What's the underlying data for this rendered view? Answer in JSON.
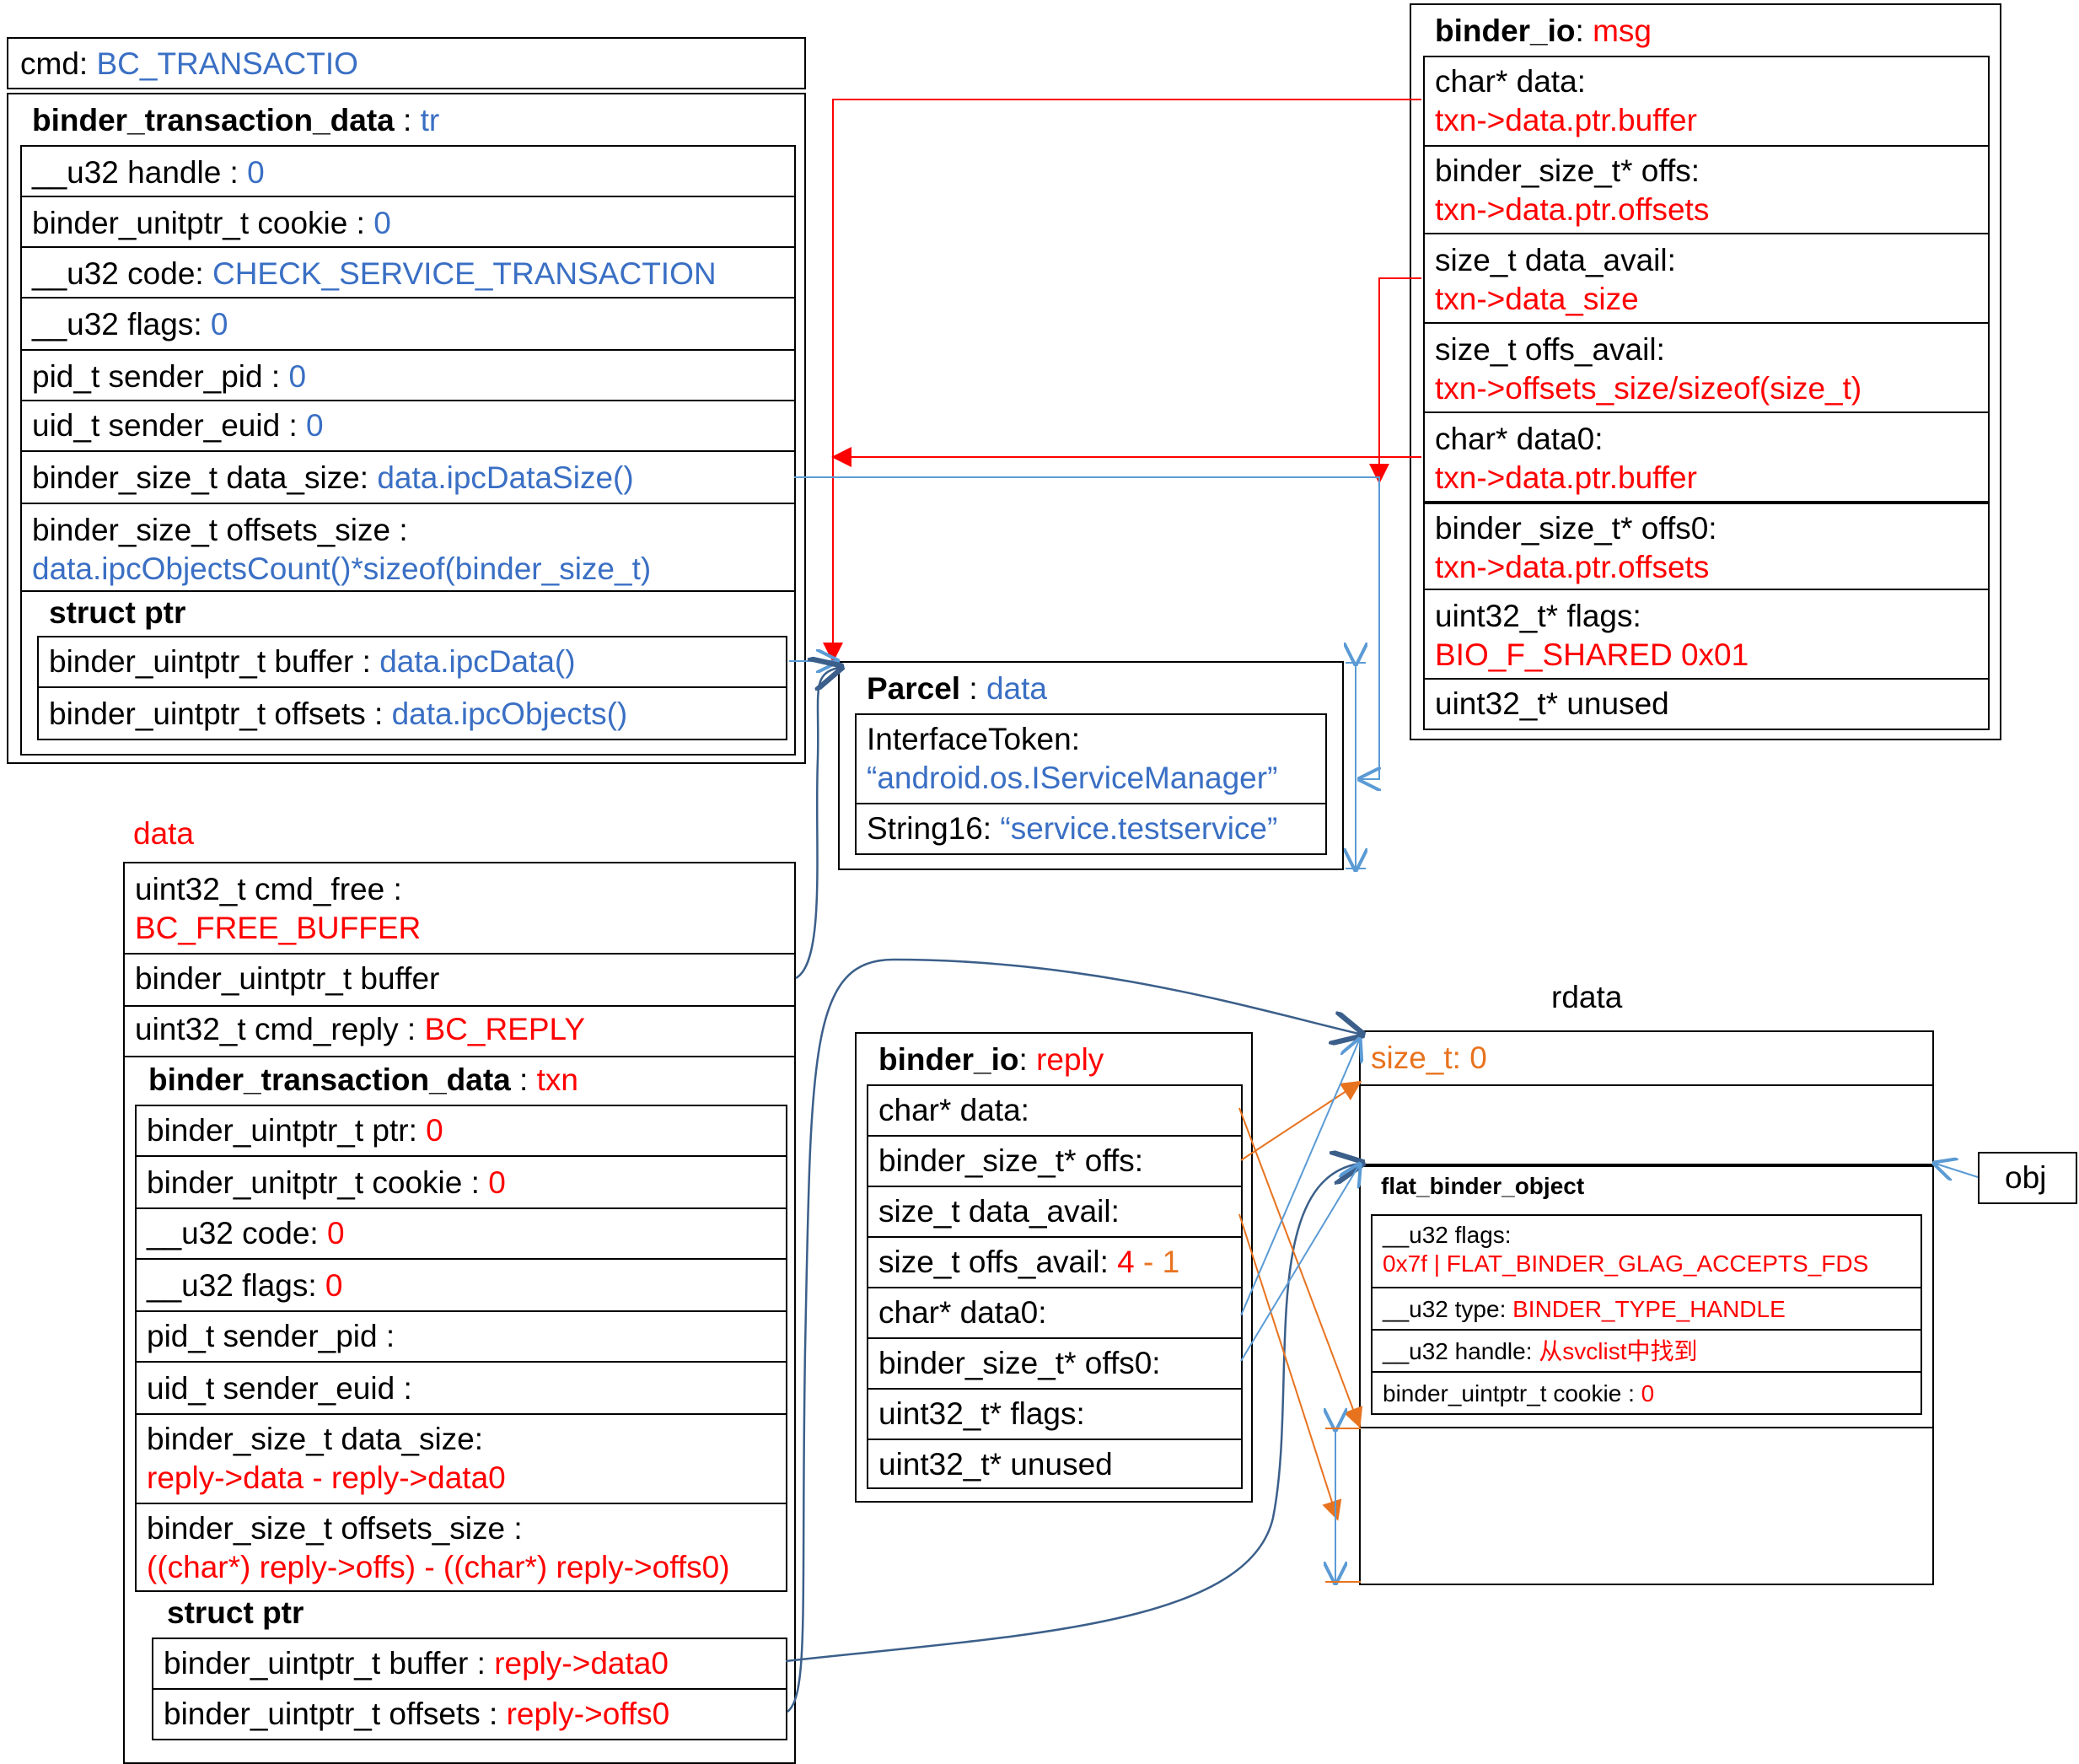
{
  "cmd": {
    "label": "cmd: ",
    "value": "BC_TRANSACTIO"
  },
  "tr": {
    "type": "binder_transaction_data",
    "sep": " : ",
    "name": "tr",
    "rows": [
      {
        "label": "__u32 handle : ",
        "value": "0"
      },
      {
        "label": "binder_unitptr_t cookie : ",
        "value": "0"
      },
      {
        "label": "__u32 code: ",
        "value": "CHECK_SERVICE_TRANSACTION"
      },
      {
        "label": "__u32 flags: ",
        "value": "0"
      },
      {
        "label": "pid_t sender_pid : ",
        "value": "0"
      },
      {
        "label": "uid_t sender_euid : ",
        "value": "0"
      },
      {
        "label": "binder_size_t data_size: ",
        "value": "data.ipcDataSize()"
      },
      {
        "label": "binder_size_t offsets_size :",
        "value": "data.ipcObjectsCount()*sizeof(binder_size_t)"
      }
    ],
    "ptr_title": "struct ptr",
    "ptr_rows": [
      {
        "label": "binder_uintptr_t buffer : ",
        "value": "data.ipcData()"
      },
      {
        "label": "binder_uintptr_t offsets : ",
        "value": "data.ipcObjects()"
      }
    ]
  },
  "msg": {
    "type": "binder_io",
    "sep": ": ",
    "name": "msg",
    "rows": [
      {
        "label": "char* data:",
        "value": "txn->data.ptr.buffer"
      },
      {
        "label": "binder_size_t* offs:",
        "value": "txn->data.ptr.offsets"
      },
      {
        "label": "size_t data_avail:",
        "value": "txn->data_size"
      },
      {
        "label": "size_t offs_avail:",
        "value": "txn->offsets_size/sizeof(size_t)"
      },
      {
        "label": "char* data0:",
        "value": "txn->data.ptr.buffer"
      },
      {
        "label": "binder_size_t* offs0:",
        "value": "txn->data.ptr.offsets"
      },
      {
        "label": "uint32_t* flags:",
        "value": "BIO_F_SHARED 0x01"
      },
      {
        "label": "uint32_t* unused",
        "value": ""
      }
    ]
  },
  "parcel": {
    "type": "Parcel",
    "sep": " : ",
    "name": "data",
    "token_label": "InterfaceToken:",
    "token_value": "“android.os.IServiceManager”",
    "str_label": "String16: ",
    "str_value": "“service.testservice”"
  },
  "data": {
    "caption": "data",
    "rows": [
      {
        "label": "uint32_t cmd_free :",
        "value": "BC_FREE_BUFFER"
      },
      {
        "label": "binder_uintptr_t buffer",
        "value": ""
      },
      {
        "label": "uint32_t cmd_reply : ",
        "value": "BC_REPLY"
      }
    ],
    "txn": {
      "type": "binder_transaction_data",
      "sep": " : ",
      "name": "txn",
      "rows": [
        {
          "label": "binder_uintptr_t ptr: ",
          "value": "0"
        },
        {
          "label": "binder_unitptr_t cookie : ",
          "value": "0"
        },
        {
          "label": "__u32 code: ",
          "value": "0"
        },
        {
          "label": "__u32 flags: ",
          "value": "0"
        },
        {
          "label": "pid_t sender_pid :",
          "value": ""
        },
        {
          "label": "uid_t sender_euid :",
          "value": ""
        },
        {
          "label": "binder_size_t data_size:",
          "value": "reply->data - reply->data0"
        },
        {
          "label": "binder_size_t offsets_size :",
          "value": "((char*) reply->offs) - ((char*) reply->offs0)"
        }
      ],
      "ptr_title": "struct ptr",
      "ptr_rows": [
        {
          "label": "binder_uintptr_t buffer : ",
          "value": "reply->data0"
        },
        {
          "label": "binder_uintptr_t offsets : ",
          "value": "reply->offs0"
        }
      ]
    }
  },
  "reply": {
    "type": "binder_io",
    "sep": ": ",
    "name": "reply",
    "rows": [
      {
        "label": "char* data:"
      },
      {
        "label": "binder_size_t* offs:"
      },
      {
        "label": "size_t data_avail:"
      },
      {
        "label": "size_t offs_avail: ",
        "v1": "4",
        "op": " - ",
        "v2": "1"
      },
      {
        "label": "char* data0:"
      },
      {
        "label": "binder_size_t* offs0:"
      },
      {
        "label": "uint32_t* flags:"
      },
      {
        "label": "uint32_t* unused"
      }
    ]
  },
  "rdata": {
    "caption": "rdata",
    "size_row": "size_t: 0",
    "fbo_title": "flat_binder_object",
    "fbo_rows": [
      {
        "label": "__u32 flags:",
        "value": "0x7f | FLAT_BINDER_GLAG_ACCEPTS_FDS"
      },
      {
        "label": "__u32 type: ",
        "value": "BINDER_TYPE_HANDLE"
      },
      {
        "label": "__u32 handle: ",
        "value": "从svclist中找到"
      },
      {
        "label": "binder_uintptr_t cookie :  ",
        "value": "0"
      }
    ]
  },
  "obj": {
    "label": "obj"
  },
  "colors": {
    "blue": "#3a6fc4",
    "red": "#ff0000",
    "orange": "#e8731f",
    "darkblue": "#3b5f8a"
  }
}
